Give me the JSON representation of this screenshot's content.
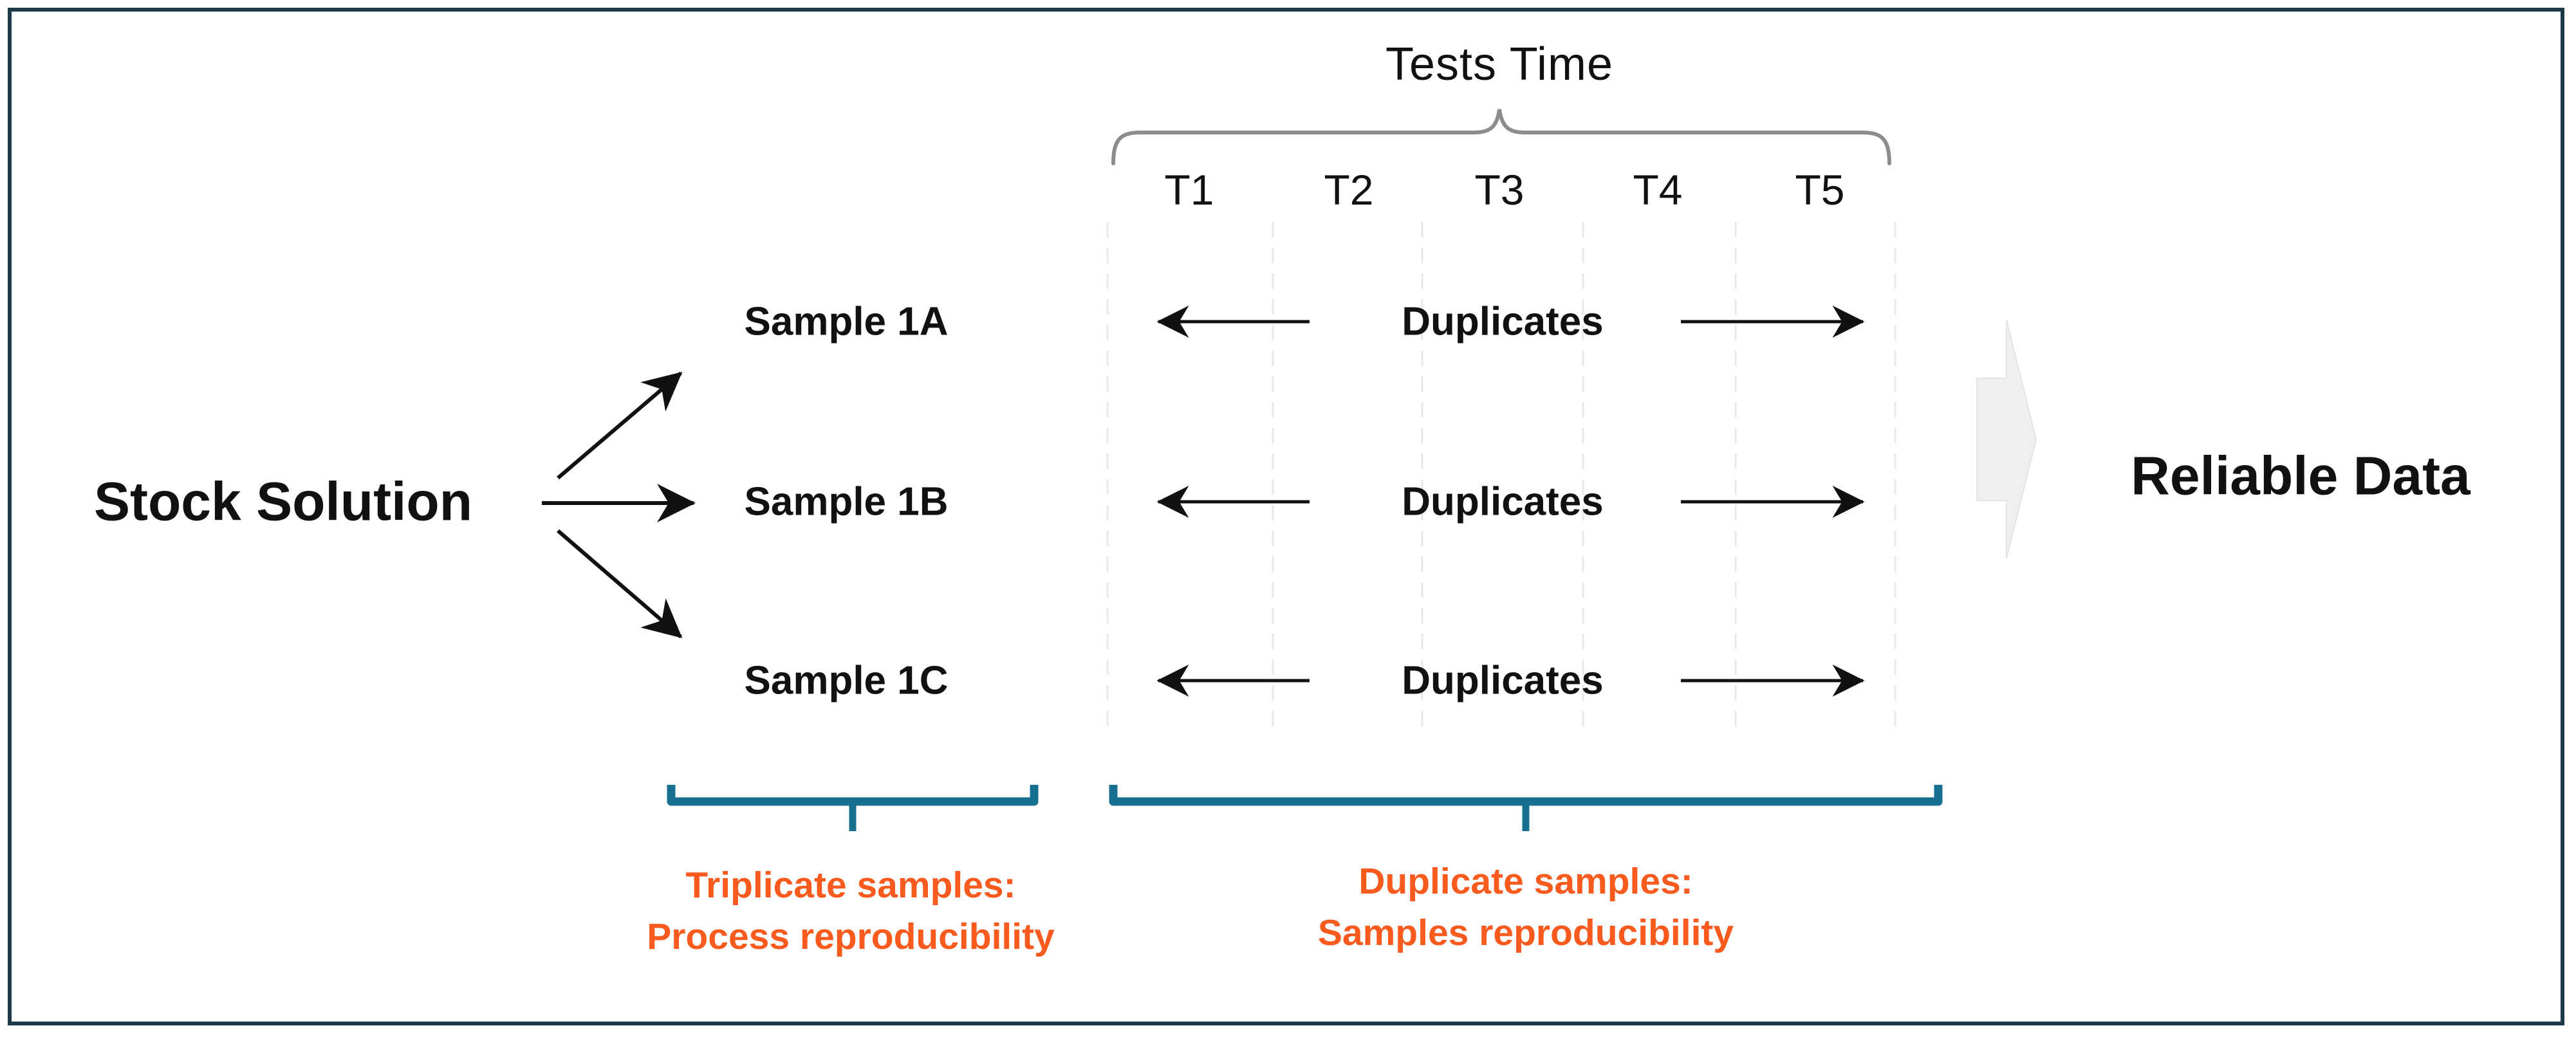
{
  "diagram": {
    "title": "Tests Time",
    "source_label": "Stock Solution",
    "result_label": "Reliable Data",
    "timepoints": [
      "T1",
      "T2",
      "T3",
      "T4",
      "T5"
    ],
    "samples": [
      {
        "label": "Sample 1A",
        "duplicates_label": "Duplicates"
      },
      {
        "label": "Sample 1B",
        "duplicates_label": "Duplicates"
      },
      {
        "label": "Sample 1C",
        "duplicates_label": "Duplicates"
      }
    ],
    "annotations": {
      "triplicate": {
        "line1": "Triplicate samples:",
        "line2": "Process reproducibility"
      },
      "duplicate": {
        "line1": "Duplicate samples:",
        "line2": "Samples reproducibility"
      }
    },
    "colors": {
      "accent_teal": "#17708F",
      "accent_orange": "#F95A1E",
      "frame_border": "#1B3A4A",
      "brace_gray": "#8C8C8C",
      "divider_gray": "#E8E8E8",
      "chevron_gray": "#EFEFEF",
      "text_black": "#111111"
    }
  }
}
